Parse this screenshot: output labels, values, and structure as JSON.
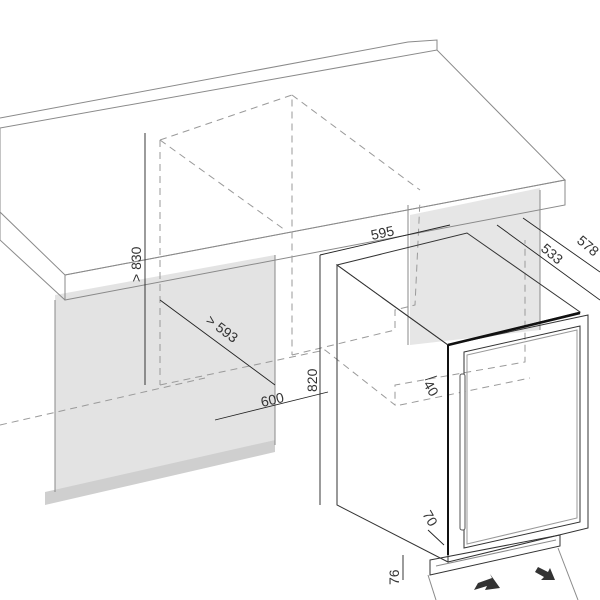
{
  "dimensions": {
    "min_niche_height": "> 830",
    "min_niche_depth": "> 593",
    "niche_width": "600",
    "appliance_width": "595",
    "appliance_height": "820",
    "depth_body": "533",
    "depth_total": "578",
    "door_offset_top": "40",
    "door_offset_bottom": "70",
    "plinth_height": "76"
  },
  "colors": {
    "panel_gray": "#e2e2e2",
    "line": "#8a8a8a",
    "dimension": "#222222"
  }
}
